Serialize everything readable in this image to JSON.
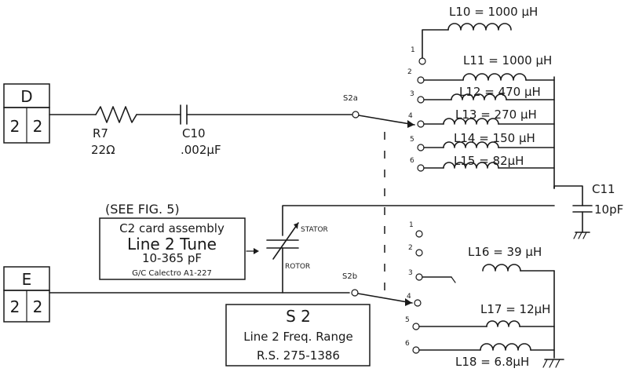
{
  "connectors": {
    "d": {
      "letter": "D",
      "pin_a": "2",
      "pin_b": "2"
    },
    "e": {
      "letter": "E",
      "pin_a": "2",
      "pin_b": "2"
    }
  },
  "resistor": {
    "ref": "R7",
    "value": "22Ω"
  },
  "capacitor_c10": {
    "ref": "C10",
    "value": ".002μF"
  },
  "capacitor_c11": {
    "ref": "C11",
    "value": "10pF"
  },
  "switch_a": {
    "label": "S2a"
  },
  "switch_b": {
    "label": "S2b"
  },
  "positions": [
    "1",
    "2",
    "3",
    "4",
    "5",
    "6"
  ],
  "inductors": [
    {
      "label": "L10 = 1000 μH"
    },
    {
      "label": "L11 = 1000 μH"
    },
    {
      "label": "L12 = 470 μH"
    },
    {
      "label": "L13 = 270 μH"
    },
    {
      "label": "L14 = 150 μH"
    },
    {
      "label": "L15 = 82μH"
    },
    {
      "label": "L16 = 39 μH"
    },
    {
      "label": "L17 = 12μH"
    },
    {
      "label": "L18 = 6.8μH"
    }
  ],
  "varcap": {
    "stator": "STATOR",
    "rotor": "ROTOR",
    "see_fig": "(SEE FIG. 5)",
    "line1": "C2 card assembly",
    "line2": "Line 2 Tune",
    "line3": "10-365 pF",
    "line4": "G/C Calectro A1-227"
  },
  "switch_box": {
    "line1": "S 2",
    "line2": "Line 2 Freq. Range",
    "line3": "R.S. 275-1386"
  }
}
